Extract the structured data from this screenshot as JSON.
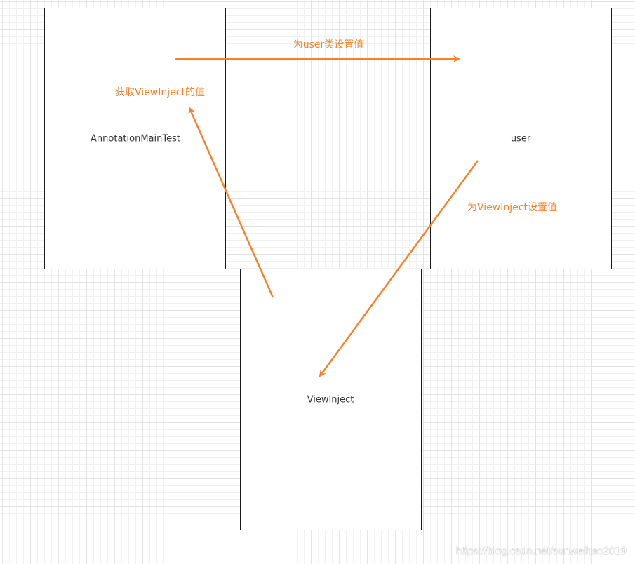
{
  "nodes": {
    "main": {
      "label": "AnnotationMainTest"
    },
    "user": {
      "label": "user"
    },
    "inject": {
      "label": "ViewInject"
    }
  },
  "edges": {
    "set_user": {
      "label": "为user类设置值"
    },
    "get_inject": {
      "label": "获取ViewInject的值"
    },
    "set_inject": {
      "label": "为ViewInject设置值"
    }
  },
  "colors": {
    "arrow": "#f5822a",
    "box_border": "#1a1a1a"
  },
  "watermark": "https://blog.csdn.net/sunweihao2019"
}
